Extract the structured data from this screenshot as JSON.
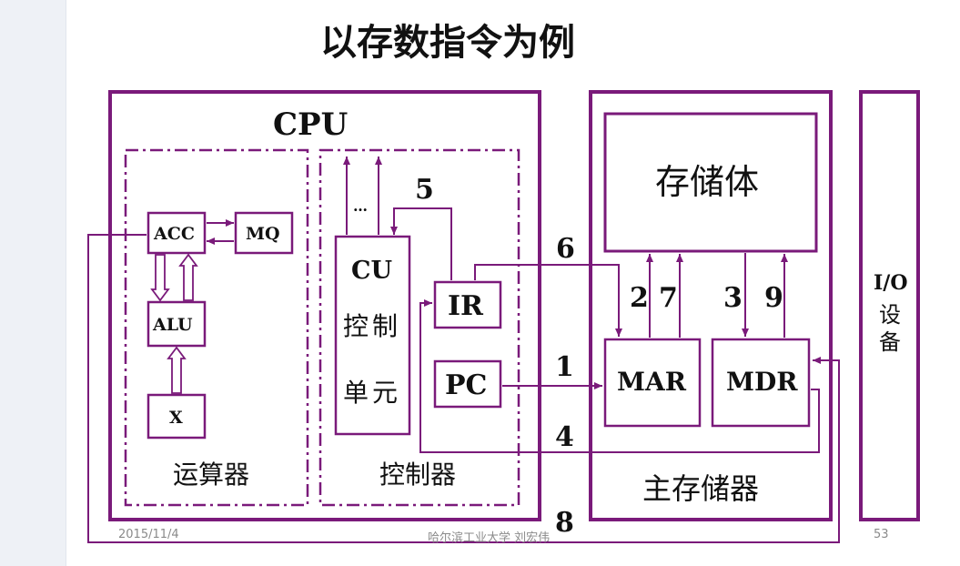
{
  "slide": {
    "title": "以存数指令为例",
    "page_number": "53"
  },
  "footer": {
    "date": "2015/11/4",
    "author": "哈尔滨工业大学  刘宏伟"
  },
  "colors": {
    "frame": "#7a1a7a",
    "background": "#ffffff",
    "sidebar": "#eef1f6"
  },
  "diagram": {
    "cpu_label": "CPU",
    "alu_group_label": "运算器",
    "control_group_label": "控制器",
    "memory_label": "主存储器",
    "storage_label": "存储体",
    "io_label_1": "I/O",
    "io_label_2": "设",
    "io_label_3": "备",
    "acc": "ACC",
    "mq": "MQ",
    "alu": "ALU",
    "x": "X",
    "cu_1": "CU",
    "cu_2": "控",
    "cu_3": "制",
    "cu_4": "单",
    "cu_5": "元",
    "ir": "IR",
    "pc": "PC",
    "mar": "MAR",
    "mdr": "MDR",
    "ellipsis": "…",
    "steps": {
      "s1": "1",
      "s2": "2",
      "s3": "3",
      "s4": "4",
      "s5": "5",
      "s6": "6",
      "s7": "7",
      "s8": "8",
      "s9": "9"
    }
  }
}
